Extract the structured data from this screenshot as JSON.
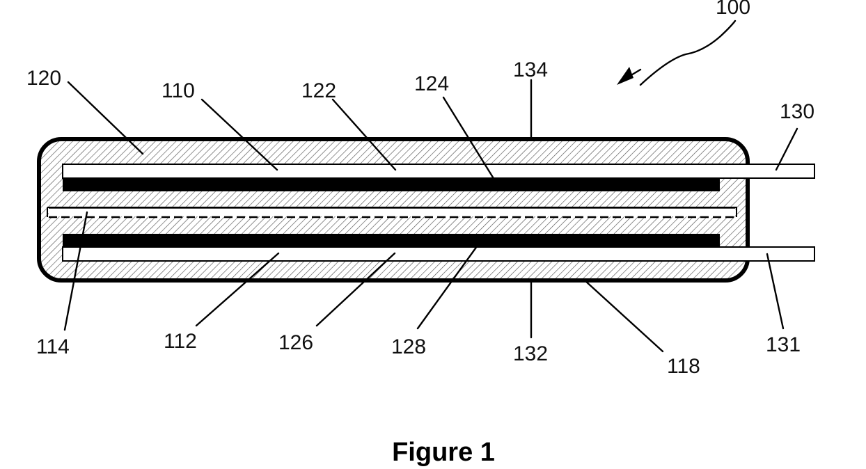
{
  "labels": {
    "device": "100",
    "encapsulant": "120",
    "anode_top": "110",
    "layer_122": "122",
    "layer_124": "124",
    "envelope_top": "134",
    "terminal_top": "130",
    "separator": "114",
    "anode_bottom": "112",
    "layer_126": "126",
    "layer_128": "128",
    "envelope_bottom": "132",
    "casing": "118",
    "terminal_bottom": "131"
  },
  "caption": "Figure 1",
  "colors": {
    "ink": "#000000",
    "paper": "#ffffff",
    "hatch": "#555555"
  }
}
